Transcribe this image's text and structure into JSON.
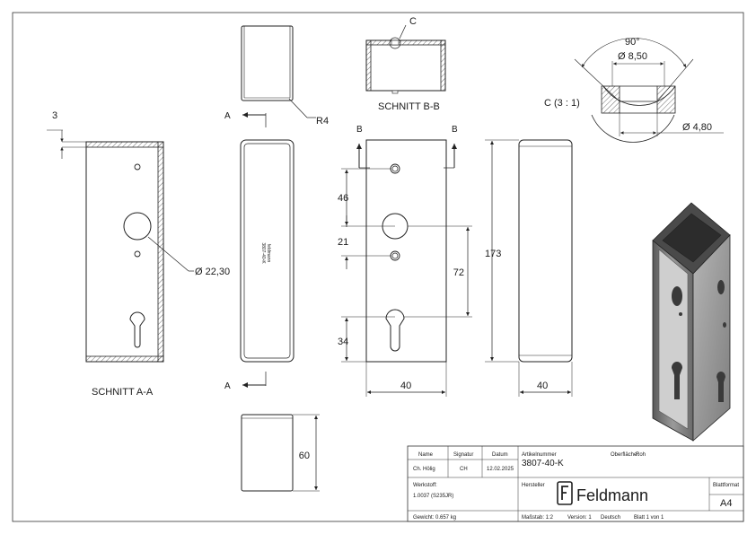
{
  "views": {
    "section_aa": {
      "title": "SCHNITT A-A",
      "wall_thickness": "3",
      "hole_diameter": "Ø 22,30"
    },
    "section_bb": {
      "title": "SCHNITT B-B",
      "marker_b": "B",
      "detail_callout": "C"
    },
    "section_marker_a": "A",
    "radius_label": "R4",
    "detail_c": {
      "title": "C (3 : 1)",
      "angle": "90°",
      "diameter_top": "Ø 8,50",
      "diameter_bottom": "Ø 4,80"
    },
    "front_dims": {
      "d46": "46",
      "d21": "21",
      "d72": "72",
      "d34": "34",
      "width": "40",
      "height": "173"
    },
    "side_dims": {
      "width": "40"
    },
    "bottom_view_dims": {
      "height": "60"
    },
    "engraving": {
      "brand": "feldmann",
      "number": "3807-40-K"
    }
  },
  "title_block": {
    "name_header": "Name",
    "signatur_header": "Signatur",
    "datum_header": "Datum",
    "name_value": "Ch. Hölig",
    "signatur_value": "CH",
    "datum_value": "12.02.2025",
    "artikelnummer_label": "Artikelnummer",
    "artikelnummer_value": "3807-40-K",
    "oberflaeche_label": "Oberfläche:",
    "oberflaeche_value": "Roh",
    "werkstoff_label": "Werkstoff:",
    "werkstoff_value": "1.0037 (S235JR)",
    "hersteller_label": "Hersteller",
    "logo_text": "Feldmann",
    "blattformat_label": "Blattformat",
    "blattformat_value": "A4",
    "gewicht": "Gewicht: 0.657 kg",
    "massstab": "Maßstab: 1:2",
    "version": "Version: 1",
    "sprache": "Deutsch",
    "blatt": "Blatt 1 von 1"
  }
}
